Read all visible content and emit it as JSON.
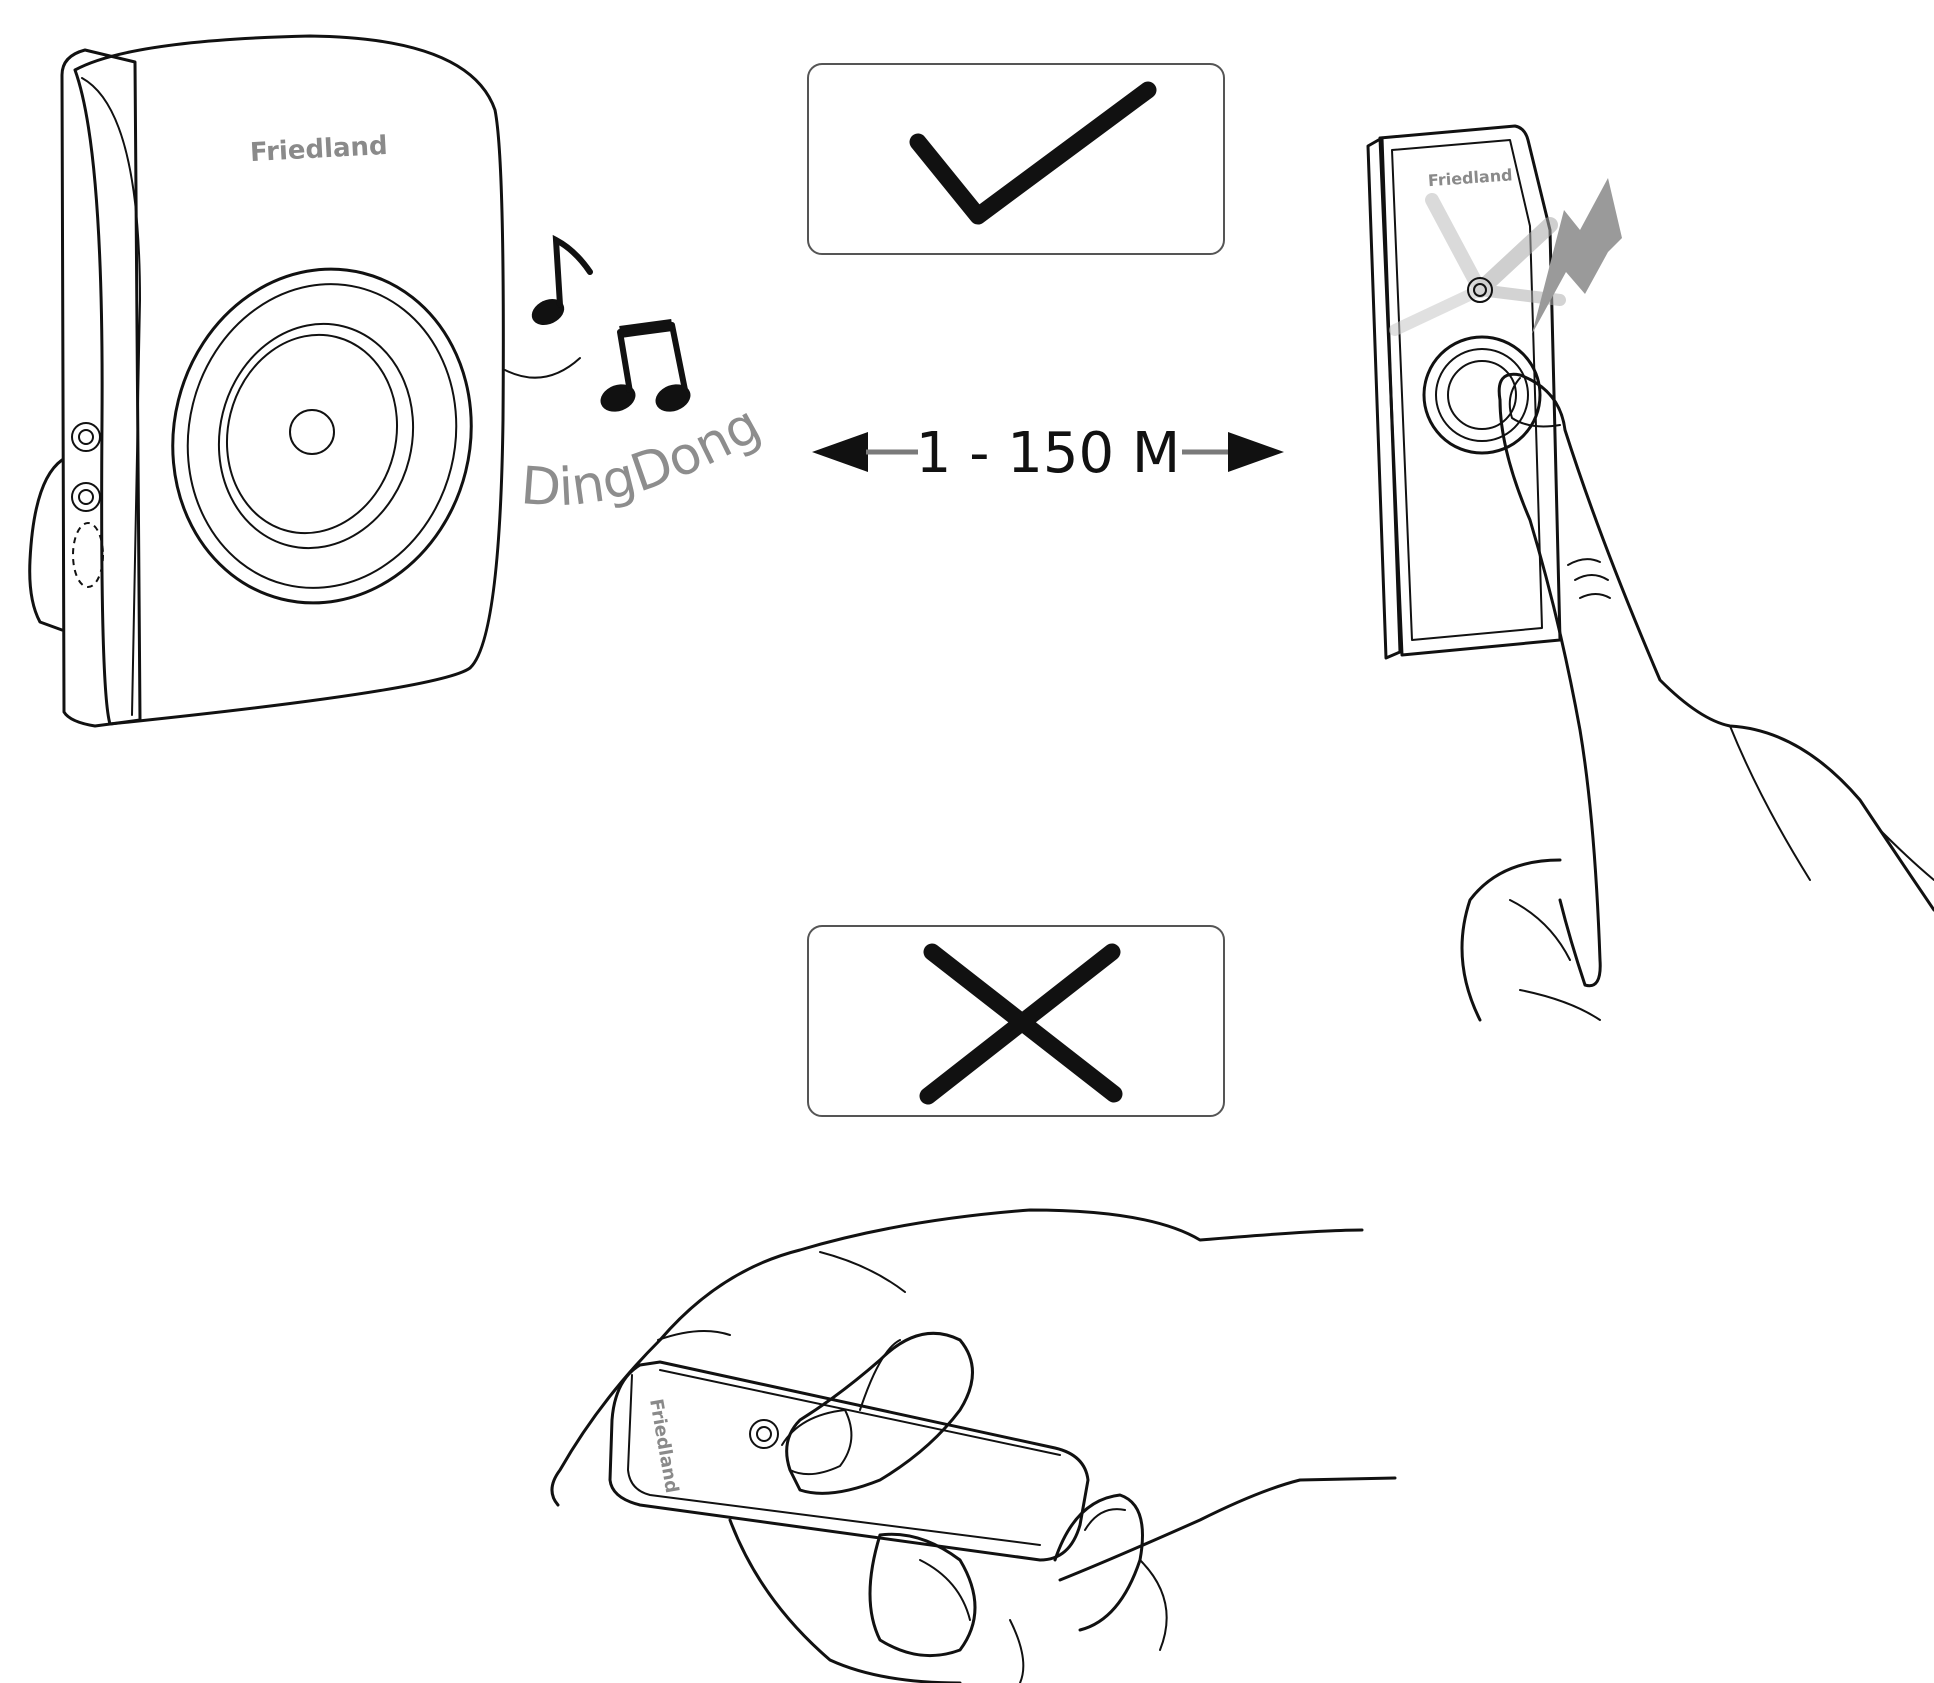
{
  "chime_unit": {
    "brand": "Friedland"
  },
  "sound": {
    "ding": "Ding",
    "dong": "Dong"
  },
  "range": {
    "label": "1 - 150 M"
  },
  "bell_push": {
    "brand": "Friedland"
  },
  "remote_push": {
    "brand": "Friedland"
  },
  "indicators": {
    "correct": "check-icon",
    "incorrect": "cross-icon"
  },
  "colors": {
    "line": "#111111",
    "grey_fill": "#d9d9d9",
    "brand_grey": "#8a8a8a",
    "ding_grey": "#8d8d8d",
    "arrow_grey": "#7a7a7a"
  }
}
